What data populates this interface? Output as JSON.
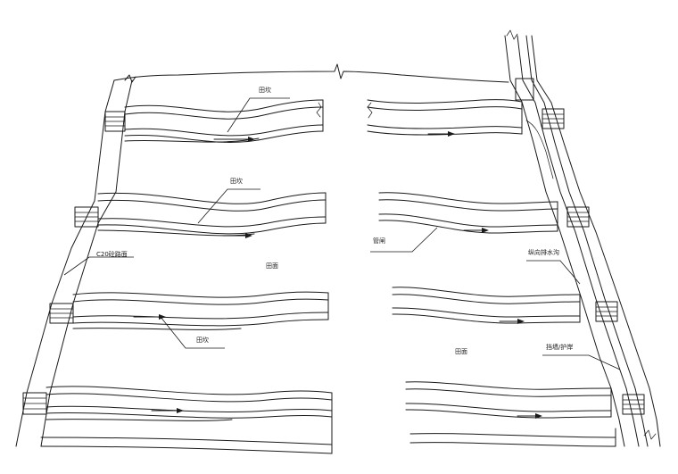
{
  "labels": {
    "ridge_1": "田坎",
    "ridge_2": "田坎",
    "ridge_3": "田坎",
    "pipe_culvert": "管闸",
    "road_surface": "C20砼路面",
    "field_1": "田面",
    "field_2": "田面",
    "drainage_channel": "纵向排水沟",
    "retaining_wall": "挡墙/护岸"
  },
  "colors": {
    "line": "#1a1a1a",
    "background": "#ffffff"
  }
}
